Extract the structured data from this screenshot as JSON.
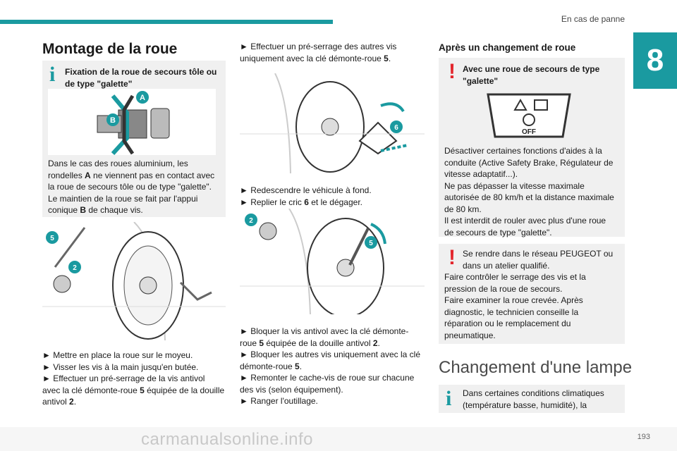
{
  "header": {
    "title": "En cas de panne",
    "chapter": "8"
  },
  "col1": {
    "title": "Montage de la roue",
    "info_box": {
      "heading": "Fixation de la roue de secours tôle ou de type \"galette\"",
      "label_a": "A",
      "label_b": "B",
      "p1": "Dans le cas des roues aluminium, les",
      "p2_pre": "rondelles ",
      "p2_bold": "A",
      "p2_post": " ne viennent pas en contact avec",
      "p3": "la roue de secours tôle ou de type \"galette\".",
      "p4": "Le maintien de la roue se fait par l'appui",
      "p5_pre": "conique ",
      "p5_bold": "B",
      "p5_post": " de chaque vis."
    },
    "fig_labels": [
      "5",
      "2"
    ],
    "steps": {
      "s1": "► Mettre en place la roue sur le moyeu.",
      "s2": "► Visser les vis à la main jusqu'en butée.",
      "s3": "► Effectuer un pré-serrage de la vis antivol",
      "s4_pre": "avec la clé démonte-roue ",
      "s4_b": "5",
      "s4_post": " équipée de la douille",
      "s5_pre": "antivol ",
      "s5_b": "2",
      "s5_post": "."
    }
  },
  "col2": {
    "intro1": "► Effectuer un pré-serrage des autres vis",
    "intro2_pre": "uniquement avec la clé démonte-roue ",
    "intro2_b": "5",
    "intro2_post": ".",
    "fig1_label": "6",
    "mid1": "► Redescendre le véhicule à fond.",
    "mid2_pre": "► Replier le cric ",
    "mid2_b": "6",
    "mid2_post": " et le dégager.",
    "fig2_labels": [
      "2",
      "5"
    ],
    "end1": "► Bloquer la vis antivol avec la clé démonte-",
    "end2_pre": "roue ",
    "end2_b": "5",
    "end2_mid": " équipée de la douille antivol ",
    "end2_b2": "2",
    "end2_post": ".",
    "end3": "► Bloquer les autres vis uniquement avec la clé",
    "end4_pre": "démonte-roue ",
    "end4_b": "5",
    "end4_post": ".",
    "end5": "► Remonter le cache-vis de roue sur chacune",
    "end6": "des vis (selon équipement).",
    "end7": "► Ranger l'outillage."
  },
  "col3": {
    "title": "Après un changement de roue",
    "warn1": {
      "heading": "Avec une roue de secours de type \"galette\"",
      "off": "OFF",
      "l1": "Désactiver certaines fonctions d'aides à la",
      "l2": "conduite (Active Safety Brake, Régulateur de",
      "l3": "vitesse adaptatif...).",
      "l4": "Ne pas dépasser la vitesse maximale",
      "l5": "autorisée de 80 km/h et la distance maximale",
      "l6": "de 80 km.",
      "l7": "Il est interdit de rouler avec plus d'une roue",
      "l8": "de secours de type \"galette\"."
    },
    "warn2": {
      "l1": "Se rendre dans le réseau PEUGEOT ou",
      "l2": "dans un atelier qualifié.",
      "l3": "Faire contrôler le serrage des vis et la",
      "l4": "pression de la roue de secours.",
      "l5": "Faire examiner la roue crevée. Après",
      "l6": "diagnostic, le technicien conseille la",
      "l7": "réparation ou le remplacement du",
      "l8": "pneumatique."
    },
    "big_title": "Changement d'une lampe",
    "info2": {
      "l1": "Dans certaines conditions climatiques",
      "l2": "(température basse, humidité), la"
    }
  },
  "footer": {
    "watermark": "carmanualsonline.info",
    "page": "193"
  },
  "colors": {
    "accent": "#1a9aa0",
    "warning": "#e3262d",
    "box": "#f0f0f0"
  }
}
